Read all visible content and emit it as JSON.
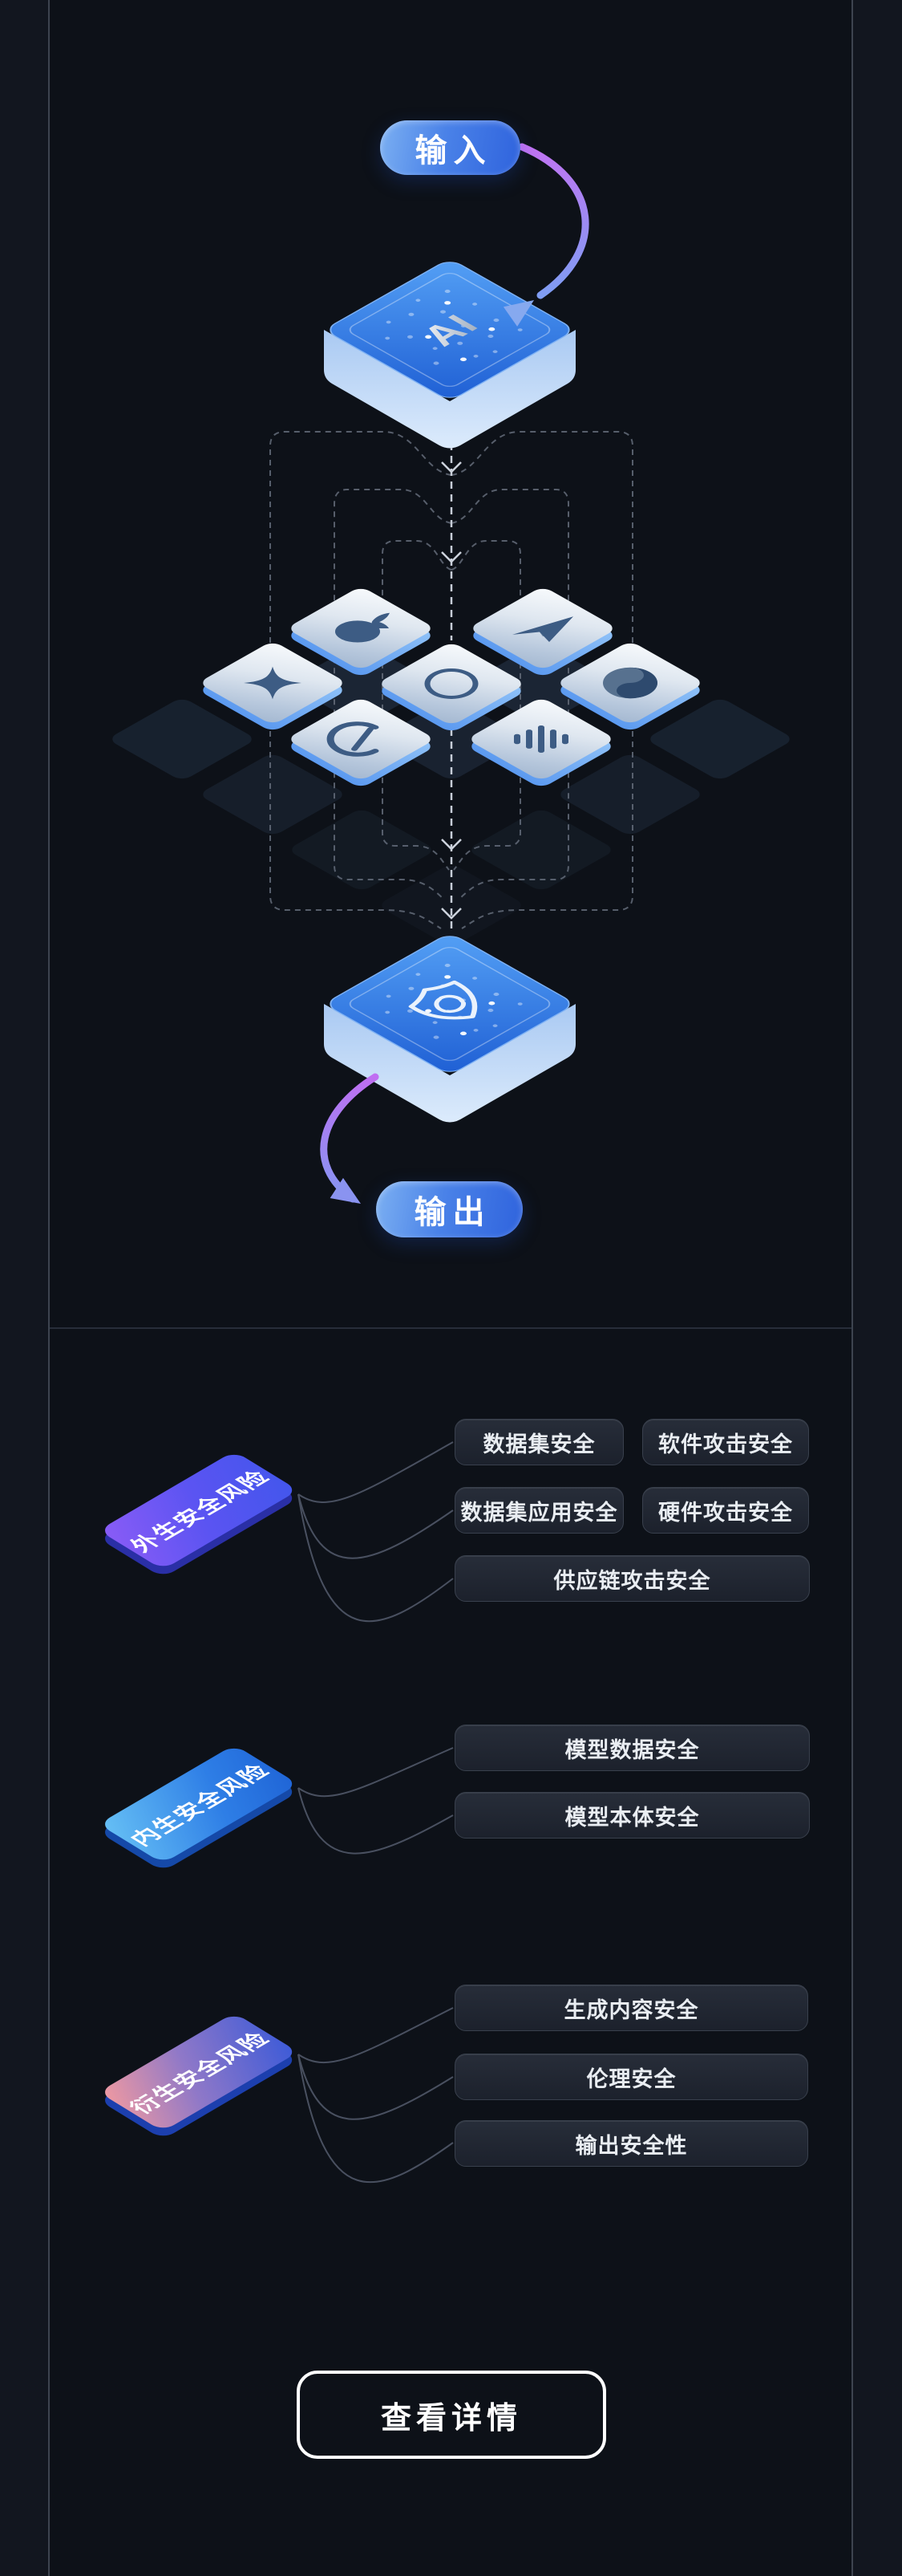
{
  "flow": {
    "input_label": "输入",
    "ai_label": "AI",
    "output_label": "输出",
    "guard_icon": "shield-swirl-icon",
    "model_icons": [
      "whale-icon",
      "four-point-star-icon",
      "openai-knot-icon",
      "paper-plane-icon",
      "swirl-circle-icon",
      "circle-bolt-icon",
      "voice-wave-icon"
    ],
    "arrow_colors": [
      "#c273f2",
      "#7f9df3"
    ]
  },
  "risk_groups": [
    {
      "title": "外生安全风险",
      "accent_from": "#8b5cf6",
      "accent_to": "#4256ec",
      "items": [
        "数据集安全",
        "软件攻击安全",
        "数据集应用安全",
        "硬件攻击安全",
        "供应链攻击安全"
      ]
    },
    {
      "title": "内生安全风险",
      "accent_from": "#67c1f5",
      "accent_to": "#1f64d6",
      "items": [
        "模型数据安全",
        "模型本体安全"
      ]
    },
    {
      "title": "衍生安全风险",
      "accent_from": "#f29aa0",
      "accent_to": "#3b5ad8",
      "items": [
        "生成内容安全",
        "伦理安全",
        "输出安全性"
      ]
    }
  ],
  "cta": {
    "label": "查看详情"
  }
}
